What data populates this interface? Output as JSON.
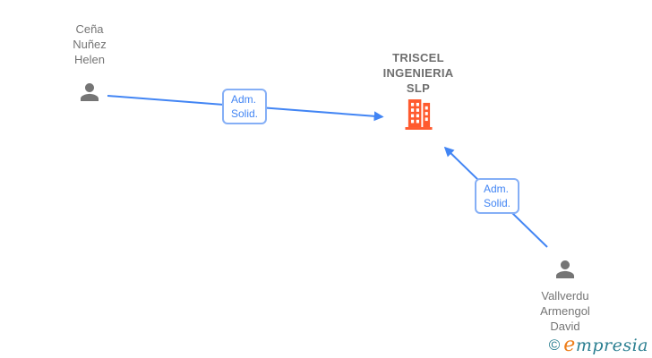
{
  "diagram": {
    "nodes": [
      {
        "id": "person-cena",
        "type": "person",
        "label": "Ceña\nNuñez\nHelen"
      },
      {
        "id": "company-triscel",
        "type": "company",
        "label": "TRISCEL\nINGENIERIA\nSLP"
      },
      {
        "id": "person-vallverdu",
        "type": "person",
        "label": "Vallverdu\nArmengol\nDavid"
      }
    ],
    "edges": [
      {
        "from": "person-cena",
        "to": "company-triscel",
        "label": "Adm.\nSolid."
      },
      {
        "from": "person-vallverdu",
        "to": "company-triscel",
        "label": "Adm.\nSolid."
      }
    ]
  },
  "icons": {
    "person": "person-silhouette",
    "company": "office-building"
  },
  "watermark": {
    "symbol": "©",
    "brand_initial": "e",
    "brand_rest": "mpresia"
  },
  "colors": {
    "arrow": "#4285F4",
    "edge_label_border": "#85AFF6",
    "edge_label_text": "#4285F4",
    "node_label": "#757575",
    "company_label": "#6E6E6E",
    "person_icon": "#757575",
    "company_icon": "#FF5A2E",
    "watermark_teal": "#2B7F91",
    "watermark_orange": "#EE7D18",
    "background": "#FFFFFF"
  }
}
